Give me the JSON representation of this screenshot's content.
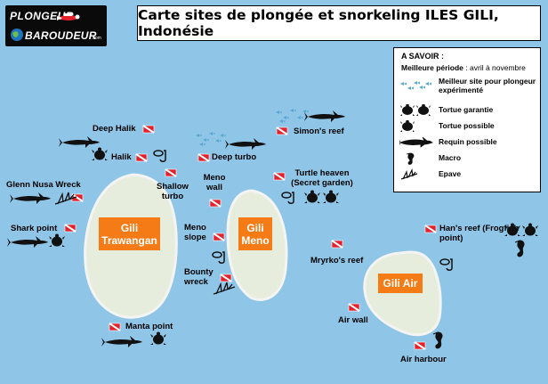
{
  "logo": {
    "line1": "PLONGEUR",
    "line2": "BAROUDEUR",
    "line3": ".com"
  },
  "title": "Carte sites de plongée et snorkeling ILES GILI, Indonésie",
  "legend": {
    "header": "A SAVOIR :",
    "period_label": "Meilleure période",
    "period_value": " : avril à novembre",
    "items": [
      {
        "icon": "fish-school-icon",
        "label": "Meilleur site pour plongeur expérimenté"
      },
      {
        "icon": "turtle-icon",
        "label": "Tortue garantie"
      },
      {
        "icon": "turtle-icon",
        "label": "Tortue possible"
      },
      {
        "icon": "shark-icon",
        "label": "Requin possible"
      },
      {
        "icon": "seahorse-icon",
        "label": "Macro"
      },
      {
        "icon": "wreck-icon",
        "label": "Epave"
      }
    ]
  },
  "islands": {
    "trawangan": "Gili Trawangan",
    "meno": "Gili Meno",
    "air": "Gili Air"
  },
  "sites": {
    "deep_halik": "Deep Halik",
    "halik": "Halik",
    "shallow_turbo": "Shallow turbo",
    "deep_turbo": "Deep turbo",
    "simons_reef": "Simon's reef",
    "glenn_nusa": "Glenn Nusa Wreck",
    "shark_point": "Shark point",
    "meno_wall": "Meno wall",
    "turtle_heaven": "Turtle heaven (Secret garden)",
    "meno_slope": "Meno slope",
    "bounty_wreck": "Bounty wreck",
    "mryrko": "Mryrko's reef",
    "hans_reef": "Han's reef (Frogfish point)",
    "air_wall": "Air wall",
    "manta_point": "Manta point",
    "air_harbour": "Air harbour"
  },
  "colors": {
    "sea": "#8fc6e8",
    "island_fill": "#e6eddc",
    "island_label": "#f57b16",
    "flag_red": "#e3212b"
  }
}
